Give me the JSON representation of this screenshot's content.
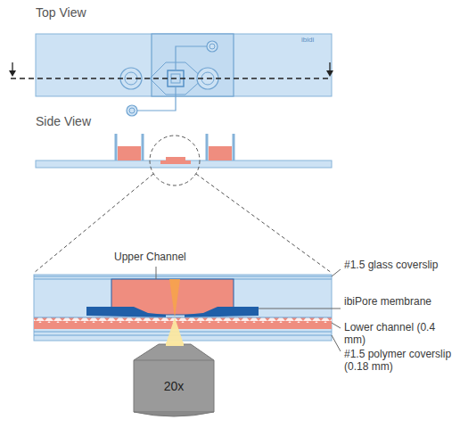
{
  "diagram": {
    "labels": [
      "Top View",
      "ibidi",
      "Side View",
      "Upper Channel",
      "#1.5 glass coverslip",
      "ibiPore membrane",
      "Lower channel (0.4 mm)",
      "#1.5 polymer coverslip (0.18 mm)",
      "20x"
    ]
  }
}
